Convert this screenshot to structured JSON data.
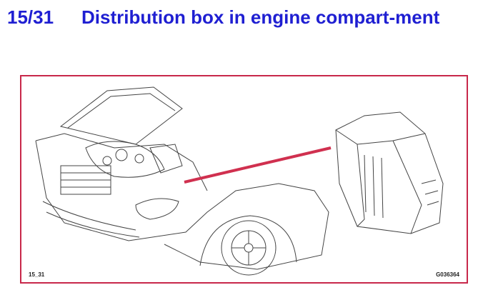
{
  "header": {
    "section_number": "15/31",
    "title": "Distribution box in engine compart-ment"
  },
  "figure": {
    "code_left": "15_31",
    "code_right": "G036364",
    "frame_color": "#c8284a",
    "pointer_color": "#d0304f"
  },
  "colors": {
    "heading": "#1f1fd2"
  }
}
